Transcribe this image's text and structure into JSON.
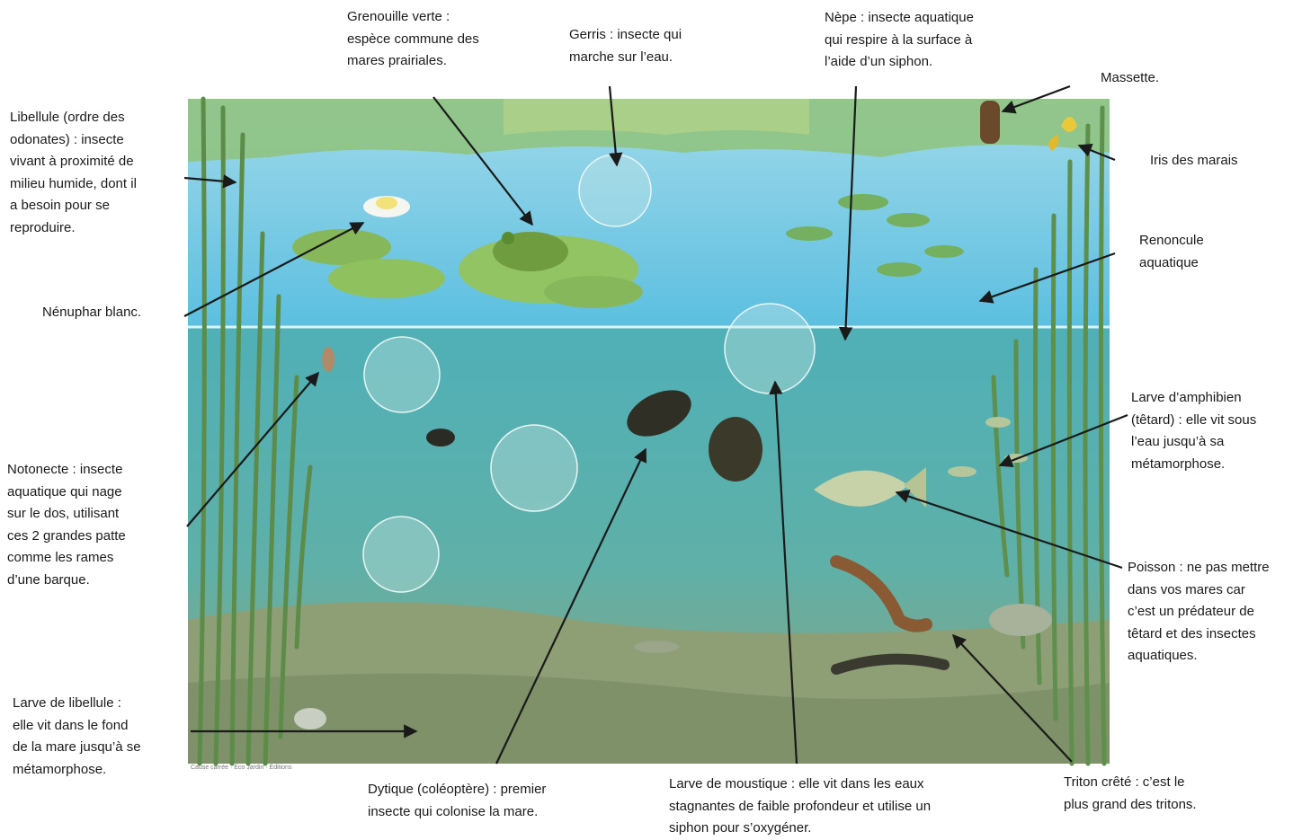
{
  "labels": {
    "grenouille": [
      "Grenouille verte :",
      "espèce commune des",
      "mares prairiales."
    ],
    "gerris": [
      "Gerris : insecte qui",
      "marche sur l’eau."
    ],
    "nepe": [
      "Nèpe : insecte aquatique",
      "qui respire à la surface à",
      "l’aide d’un siphon."
    ],
    "massette": [
      "Massette."
    ],
    "libellule": [
      "Libellule (ordre des",
      "odonates) : insecte",
      "vivant à proximité de",
      "milieu humide, dont il",
      "a besoin pour se",
      "reproduire."
    ],
    "iris": [
      "Iris des marais"
    ],
    "renoncule": [
      "Renoncule",
      "aquatique"
    ],
    "nenuphar": [
      "Nénuphar blanc."
    ],
    "tetard": [
      "Larve d’amphibien",
      "(têtard) : elle vit sous",
      "l’eau jusqu’à sa",
      "métamorphose."
    ],
    "notonecte": [
      "Notonecte : insecte",
      "aquatique qui nage",
      "sur le dos, utilisant",
      "ces 2 grandes patte",
      "comme les rames",
      "d’une barque."
    ],
    "poisson": [
      "Poisson : ne pas mettre",
      "dans vos mares car",
      "c’est un prédateur de",
      "têtard et des insectes",
      "aquatiques."
    ],
    "larve_libellule": [
      "Larve de libellule :",
      "elle vit dans le fond",
      "de la mare jusqu’à se",
      "métamorphose."
    ],
    "triton": [
      "Triton crêté : c’est le",
      "plus grand des tritons."
    ],
    "dytique": [
      "Dytique (coléoptère) : premier",
      "insecte qui colonise la mare."
    ],
    "moustique": [
      "Larve de moustique : elle vit dans les eaux",
      "stagnantes de faible profondeur et utilise un",
      "siphon pour s’oxygéner."
    ]
  },
  "colors": {
    "sky_water": "#6fc7e6",
    "underwater": "#54aeb0",
    "mud": "#8fa27e",
    "reed": "#6f9a5c",
    "lily_pad": "#8fbf5a",
    "arrow": "#1a1a1a"
  }
}
